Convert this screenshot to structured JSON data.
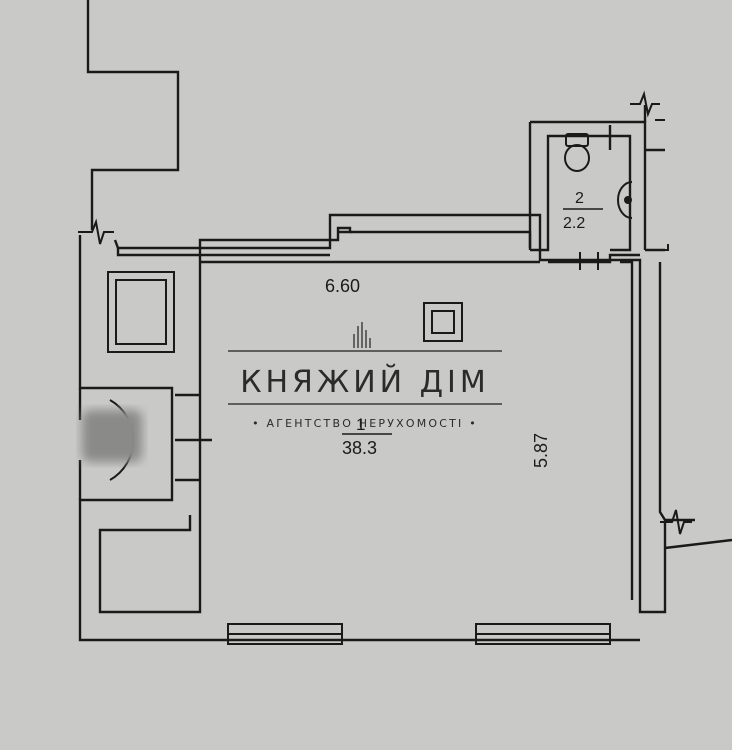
{
  "plan": {
    "room1": {
      "number": "1",
      "area": "38.3",
      "width": "6.60",
      "length": "5.87"
    },
    "room2": {
      "number": "2",
      "area": "2.2"
    }
  },
  "watermark": {
    "name": "КНЯЖИЙ ДІМ",
    "tagline": "• АГЕНТСТВО НЕРУХОМОСТІ •",
    "logo_icon": "building-icon"
  },
  "colors": {
    "background": "#c9c9c7",
    "ink": "#1a1a1a"
  }
}
